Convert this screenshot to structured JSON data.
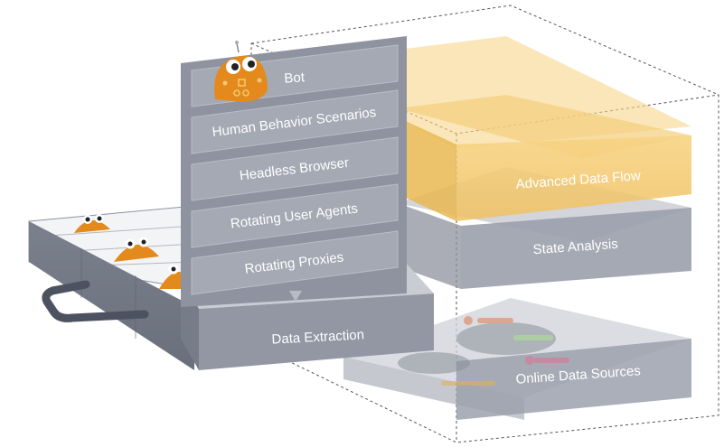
{
  "stack": {
    "items": [
      {
        "label": "Bot"
      },
      {
        "label": "Human Behavior Scenarios"
      },
      {
        "label": "Headless Browser"
      },
      {
        "label": "Rotating User Agents"
      },
      {
        "label": "Rotating Proxies"
      }
    ]
  },
  "layers": {
    "advanced_data_flow": "Advanced Data Flow",
    "state_analysis": "State Analysis",
    "online_data_sources": "Online Data Sources",
    "data_extraction": "Data Extraction"
  },
  "colors": {
    "panel": "#8e939f",
    "panel_dark": "#6e7381",
    "item": "#a4a9b4",
    "gold": "#f3c462",
    "bot_orange": "#e48a1c"
  },
  "icons": [
    "bot-mascot-icon",
    "down-arrow-icon",
    "world-map-icon"
  ]
}
